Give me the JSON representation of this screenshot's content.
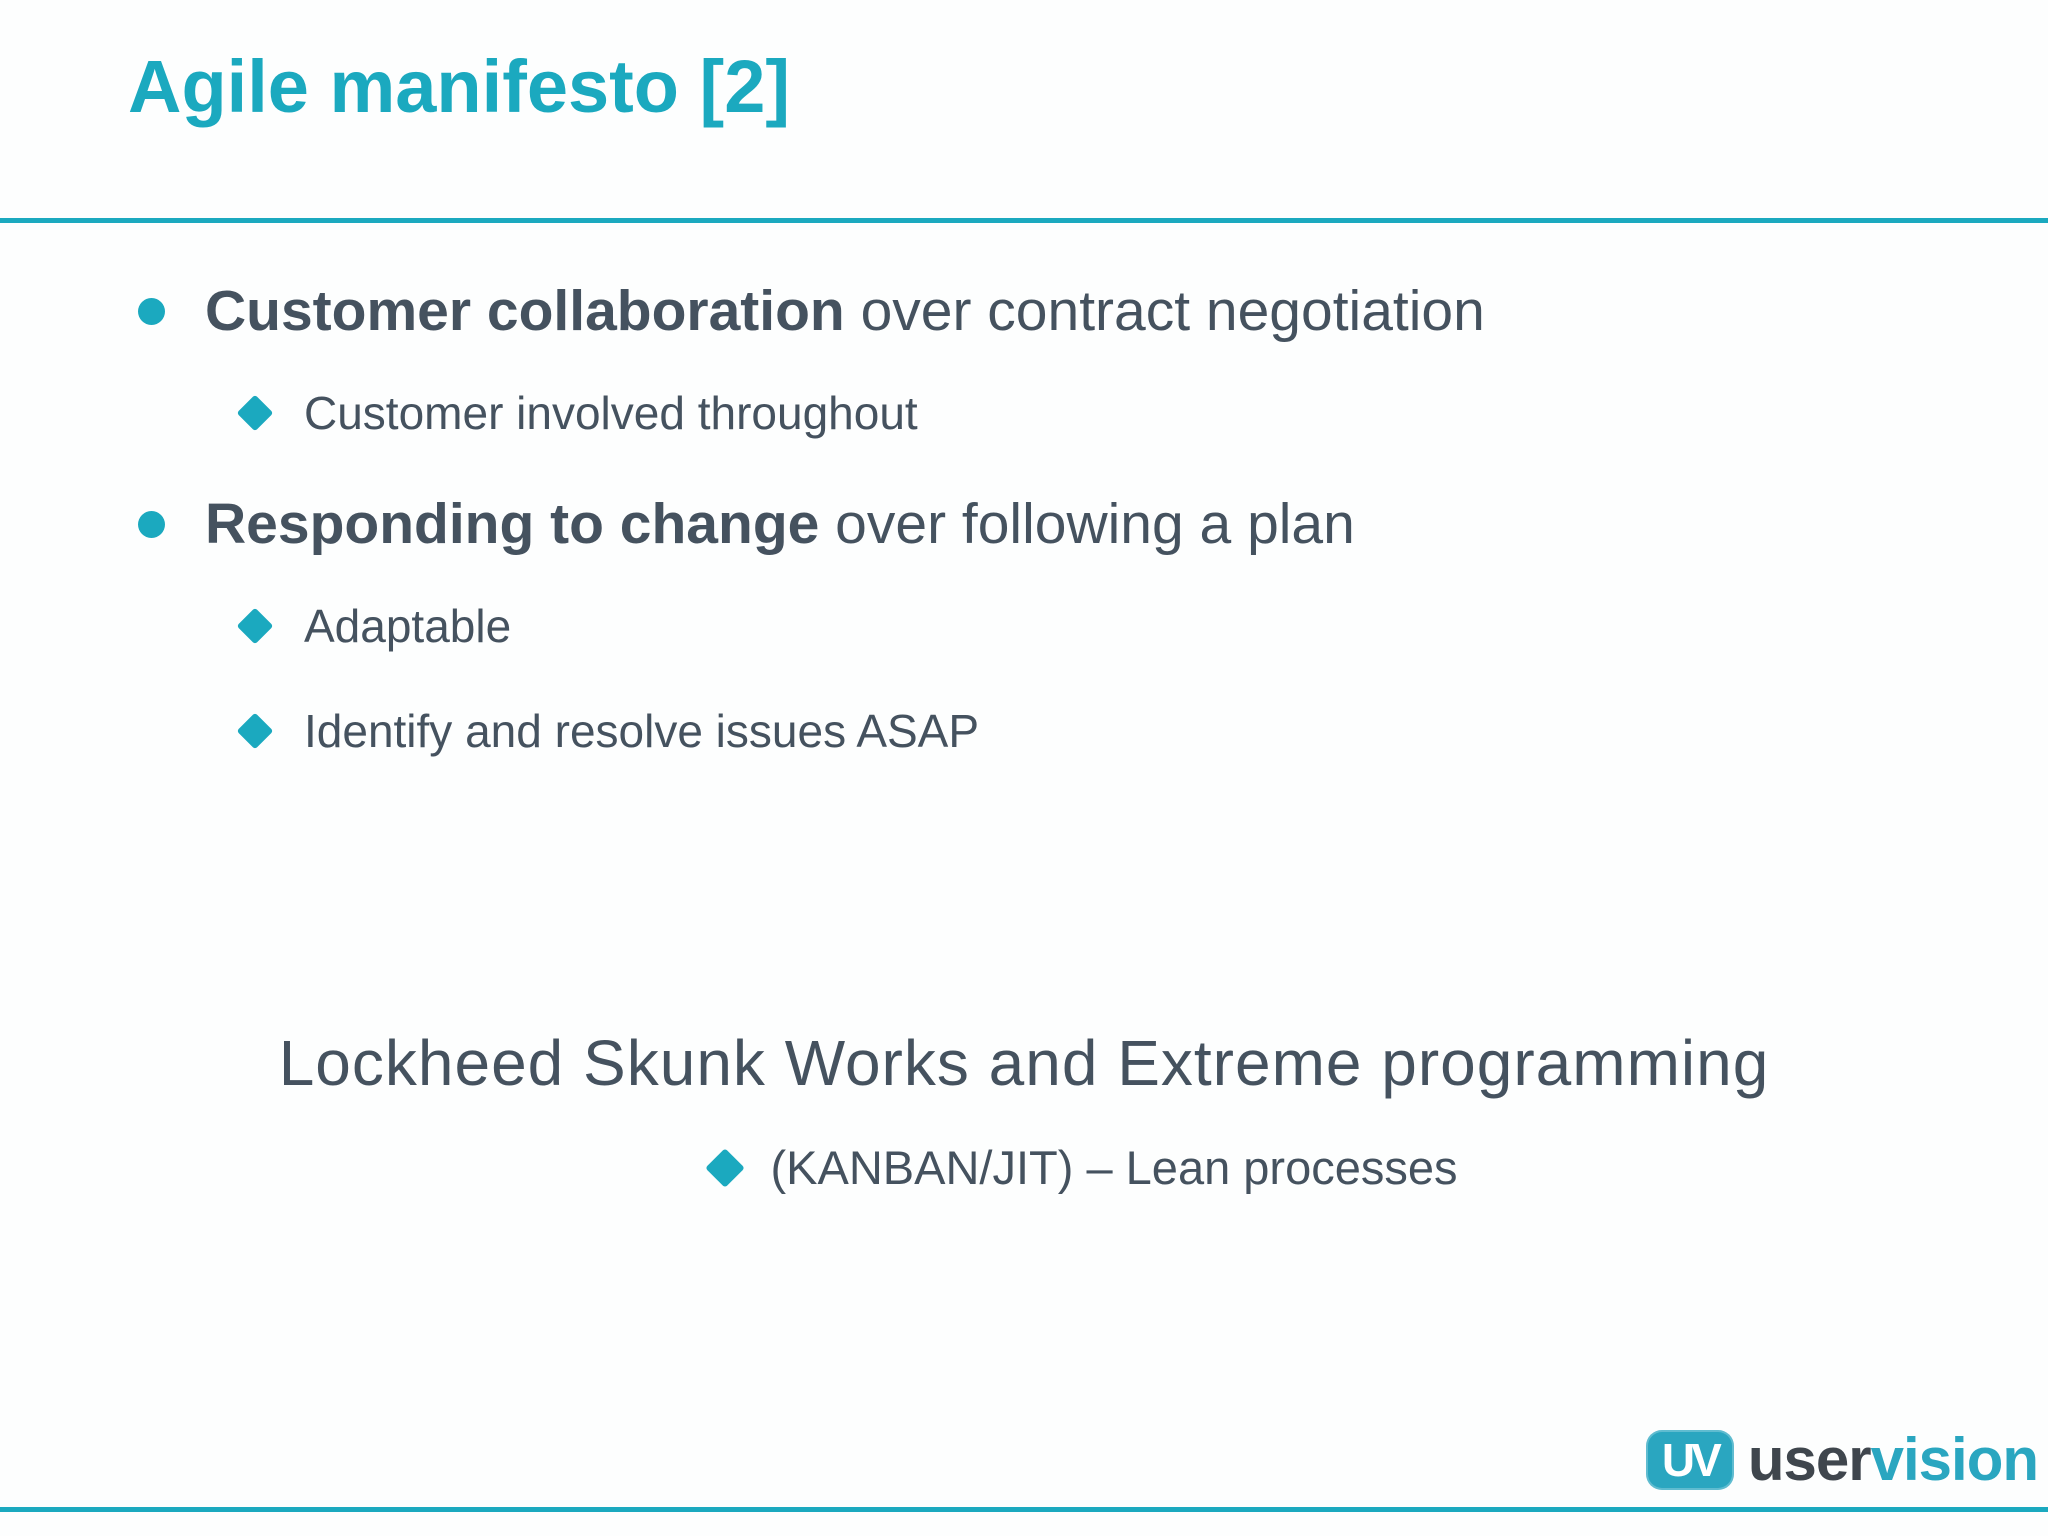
{
  "colors": {
    "accent": "#1BA9BF",
    "text": "#45525F",
    "logoDark": "#3F464D",
    "logoTeal": "#2AA6C0",
    "background": "#FDFEFE"
  },
  "title": "Agile manifesto [2]",
  "bullets": [
    {
      "bold": "Customer collaboration",
      "rest": " over contract negotiation",
      "children": [
        "Customer involved throughout"
      ]
    },
    {
      "bold": "Responding to change",
      "rest": " over following a plan",
      "children": [
        "Adaptable",
        "Identify and resolve issues ASAP"
      ]
    }
  ],
  "statement": "Lockheed Skunk Works and Extreme programming",
  "statement_sub": "(KANBAN/JIT) – Lean processes",
  "logo": {
    "badge": "UV",
    "name_left": "user",
    "name_right": "vision"
  }
}
